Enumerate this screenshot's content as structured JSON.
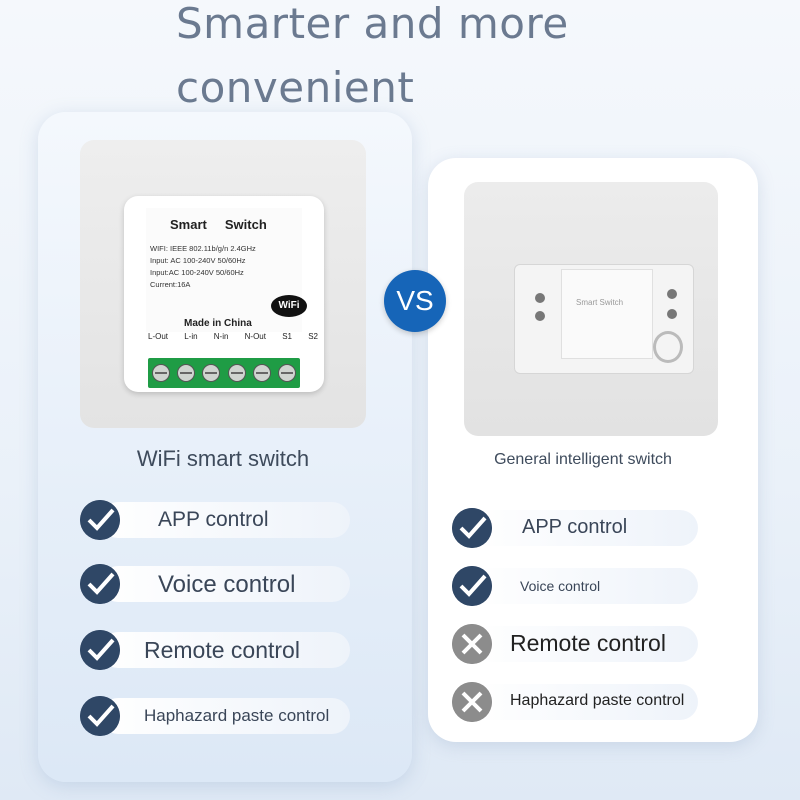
{
  "headline": {
    "line1": "Smarter and more",
    "line2": "convenient"
  },
  "vs_badge": "VS",
  "left_product": {
    "name": "WiFi smart switch",
    "device": {
      "title_a": "Smart",
      "title_b": "Switch",
      "specs": [
        "WIFI: IEEE 802.11b/g/n 2.4GHz",
        "Input: AC 100-240V 50/60Hz",
        "Input:AC 100-240V 50/60Hz",
        "Current:16A"
      ],
      "wifi_logo": "WiFi",
      "made_in": "Made in China",
      "pins": [
        "L-Out",
        "L-in",
        "N-in",
        "N-Out",
        "S1",
        "S2"
      ]
    },
    "features": [
      {
        "label": "APP control",
        "status": "check"
      },
      {
        "label": "Voice control",
        "status": "check"
      },
      {
        "label": "Remote control",
        "status": "check"
      },
      {
        "label": "Haphazard paste control",
        "status": "check"
      }
    ]
  },
  "right_product": {
    "name": "General intelligent switch",
    "device": {
      "title": "Smart Switch"
    },
    "features": [
      {
        "label": "APP control",
        "status": "check"
      },
      {
        "label": "Voice control",
        "status": "check"
      },
      {
        "label": "Remote control",
        "status": "cross"
      },
      {
        "label": "Haphazard paste control",
        "status": "cross"
      }
    ]
  },
  "colors": {
    "accent": "#1665b8",
    "check": "#2f4766",
    "cross": "#8c8c8c",
    "terminal": "#1f9c45"
  }
}
